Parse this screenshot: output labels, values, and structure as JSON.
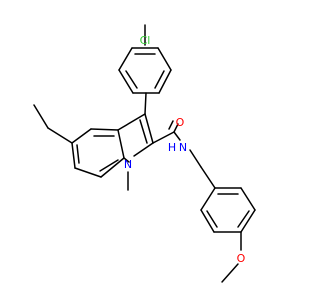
{
  "atoms": {
    "chlorine": {
      "label": "Cl",
      "color": "#33cc33"
    },
    "nitrogen_ring": {
      "label": "N",
      "color": "#0000ff"
    },
    "nitrogen_amide": {
      "label": "N",
      "color": "#0000ff"
    },
    "hydrogen_amide": {
      "label": "H",
      "color": "#0000ff"
    },
    "oxygen_carbonyl": {
      "label": "O",
      "color": "#ff0000"
    },
    "oxygen_methoxy": {
      "label": "O",
      "color": "#ff0000"
    }
  }
}
